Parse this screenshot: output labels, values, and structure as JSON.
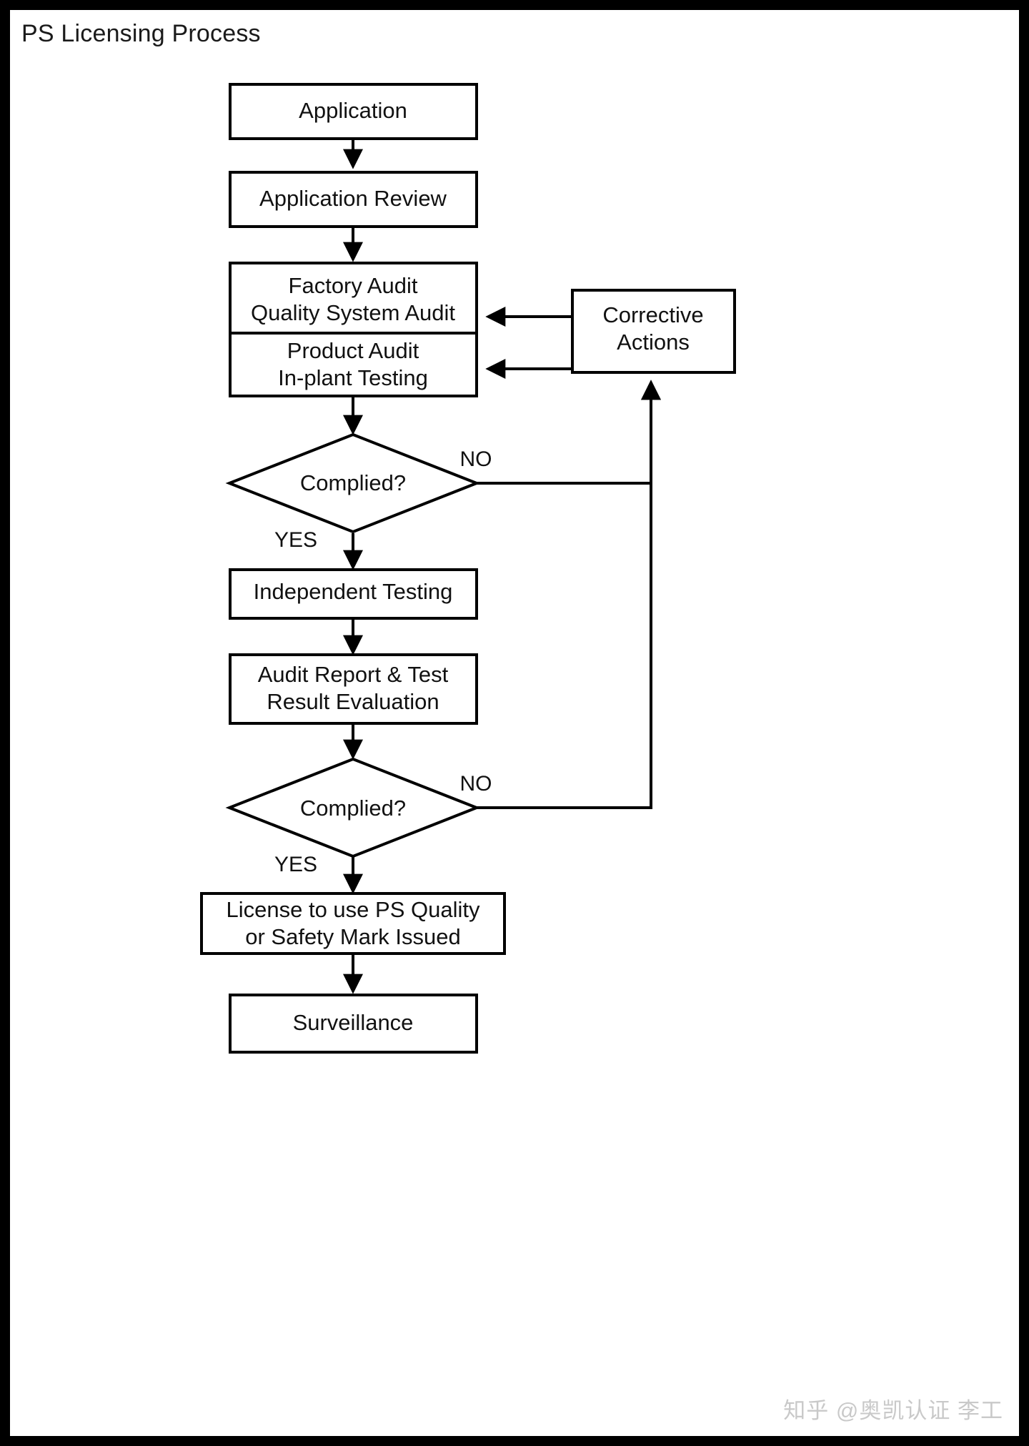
{
  "page": {
    "title": "PS Licensing Process",
    "watermark": "知乎 @奥凯认证 李工",
    "frame_color": "#000000",
    "background_color": "#ffffff",
    "line_color": "#000000",
    "text_color": "#111111",
    "watermark_color": "#c9c9c9"
  },
  "diagram": {
    "type": "flowchart",
    "orientation": "top-to-bottom",
    "nodes": [
      {
        "id": "application",
        "shape": "rectangle",
        "lines": [
          "Application"
        ]
      },
      {
        "id": "application-review",
        "shape": "rectangle",
        "lines": [
          "Application Review"
        ]
      },
      {
        "id": "factory-audit",
        "shape": "rectangle",
        "lines": [
          "Factory Audit",
          "Quality System Audit"
        ]
      },
      {
        "id": "product-audit",
        "shape": "rectangle",
        "lines": [
          "Product Audit",
          "In-plant Testing"
        ]
      },
      {
        "id": "complied-1",
        "shape": "diamond",
        "lines": [
          "Complied?"
        ]
      },
      {
        "id": "independent-testing",
        "shape": "rectangle",
        "lines": [
          "Independent Testing"
        ]
      },
      {
        "id": "audit-report",
        "shape": "rectangle",
        "lines": [
          "Audit Report & Test",
          "Result Evaluation"
        ]
      },
      {
        "id": "complied-2",
        "shape": "diamond",
        "lines": [
          "Complied?"
        ]
      },
      {
        "id": "license-issued",
        "shape": "rectangle",
        "lines": [
          "License to use PS Quality",
          "or Safety Mark Issued"
        ]
      },
      {
        "id": "surveillance",
        "shape": "rectangle",
        "lines": [
          "Surveillance"
        ]
      },
      {
        "id": "corrective-actions",
        "shape": "rectangle",
        "lines": [
          "Corrective",
          "Actions"
        ]
      }
    ],
    "edges": [
      {
        "from": "application",
        "to": "application-review",
        "label": ""
      },
      {
        "from": "application-review",
        "to": "factory-audit",
        "label": ""
      },
      {
        "from": "product-audit",
        "to": "complied-1",
        "label": ""
      },
      {
        "from": "complied-1",
        "to": "independent-testing",
        "label": "YES"
      },
      {
        "from": "complied-1",
        "to": "corrective-actions",
        "label": "NO"
      },
      {
        "from": "independent-testing",
        "to": "audit-report",
        "label": ""
      },
      {
        "from": "audit-report",
        "to": "complied-2",
        "label": ""
      },
      {
        "from": "complied-2",
        "to": "license-issued",
        "label": "YES"
      },
      {
        "from": "complied-2",
        "to": "corrective-actions",
        "label": "NO"
      },
      {
        "from": "corrective-actions",
        "to": "factory-audit",
        "label": ""
      },
      {
        "from": "corrective-actions",
        "to": "product-audit",
        "label": ""
      },
      {
        "from": "license-issued",
        "to": "surveillance",
        "label": ""
      }
    ],
    "labels": {
      "yes_1": "YES",
      "no_1": "NO",
      "yes_2": "YES",
      "no_2": "NO"
    },
    "node_text": {
      "application": "Application",
      "application_review": "Application Review",
      "factory_audit_l1": "Factory Audit",
      "factory_audit_l2": "Quality System Audit",
      "product_audit_l1": "Product Audit",
      "product_audit_l2": "In-plant Testing",
      "complied_1": "Complied?",
      "independent_testing": "Independent Testing",
      "audit_report_l1": "Audit Report & Test",
      "audit_report_l2": "Result Evaluation",
      "complied_2": "Complied?",
      "license_l1": "License to use PS Quality",
      "license_l2": "or Safety Mark Issued",
      "surveillance": "Surveillance",
      "corrective_l1": "Corrective",
      "corrective_l2": "Actions"
    }
  }
}
